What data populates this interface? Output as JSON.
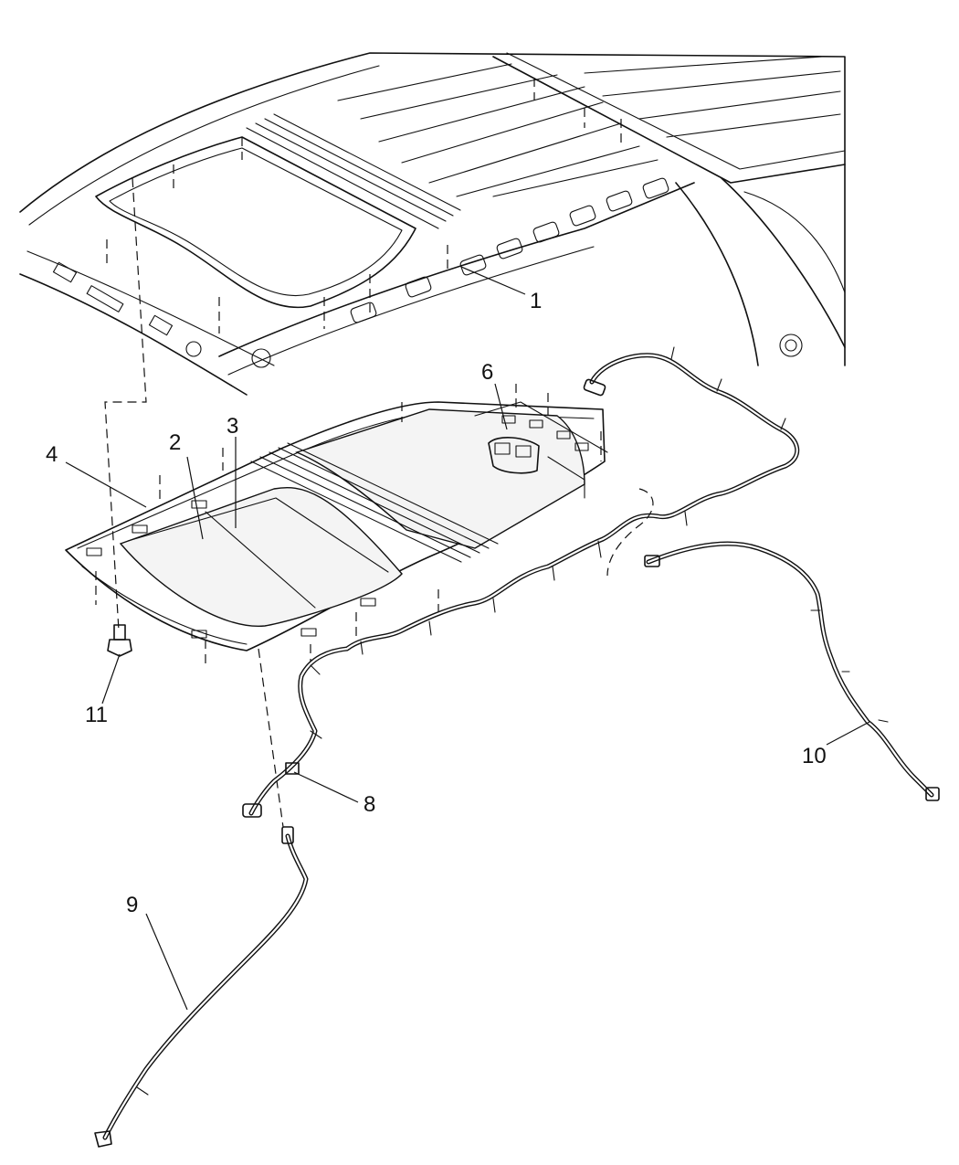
{
  "callouts": [
    {
      "id": "1",
      "label": "1"
    },
    {
      "id": "2",
      "label": "2"
    },
    {
      "id": "3",
      "label": "3"
    },
    {
      "id": "4",
      "label": "4"
    },
    {
      "id": "6",
      "label": "6"
    },
    {
      "id": "8",
      "label": "8"
    },
    {
      "id": "9",
      "label": "9"
    },
    {
      "id": "10",
      "label": "10"
    },
    {
      "id": "11",
      "label": "11"
    }
  ]
}
